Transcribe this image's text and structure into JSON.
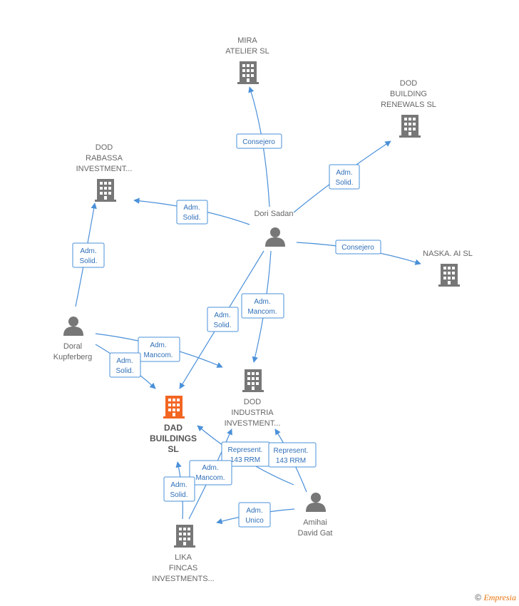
{
  "nodes": {
    "mira": {
      "type": "company",
      "lines": [
        "MIRA",
        "ATELIER  SL"
      ]
    },
    "dod_renewals": {
      "type": "company",
      "lines": [
        "DOD",
        "BUILDING",
        "RENEWALS  SL"
      ]
    },
    "dod_rabassa": {
      "type": "company",
      "lines": [
        "DOD",
        "RABASSA",
        "INVESTMENT..."
      ]
    },
    "naska": {
      "type": "company",
      "lines": [
        "NASKA. AI  SL"
      ]
    },
    "dod_industria": {
      "type": "company",
      "lines": [
        "DOD",
        "INDUSTRIA",
        "INVESTMENT..."
      ]
    },
    "dad_buildings": {
      "type": "company-main",
      "lines": [
        "DAD",
        "BUILDINGS",
        "SL"
      ]
    },
    "lika": {
      "type": "company",
      "lines": [
        "LIKA",
        "FINCAS",
        "INVESTMENTS..."
      ]
    },
    "dori_sadan": {
      "type": "person",
      "lines": [
        "Dori Sadan"
      ]
    },
    "doral": {
      "type": "person",
      "lines": [
        "Doral",
        "Kupferberg"
      ]
    },
    "amihai": {
      "type": "person",
      "lines": [
        "Amihai",
        "David Gat"
      ]
    }
  },
  "edges": [
    {
      "id": "e1",
      "lines": [
        "Consejero"
      ]
    },
    {
      "id": "e2",
      "lines": [
        "Adm.",
        "Solid."
      ]
    },
    {
      "id": "e3",
      "lines": [
        "Adm.",
        "Solid."
      ]
    },
    {
      "id": "e4",
      "lines": [
        "Consejero"
      ]
    },
    {
      "id": "e5",
      "lines": [
        "Adm.",
        "Solid."
      ]
    },
    {
      "id": "e6",
      "lines": [
        "Adm.",
        "Mancom."
      ]
    },
    {
      "id": "e7",
      "lines": [
        "Adm.",
        "Solid."
      ]
    },
    {
      "id": "e8",
      "lines": [
        "Adm.",
        "Mancom."
      ]
    },
    {
      "id": "e9",
      "lines": [
        "Adm.",
        "Solid."
      ]
    },
    {
      "id": "e10",
      "lines": [
        "Represent.",
        "143 RRM"
      ]
    },
    {
      "id": "e11",
      "lines": [
        "Represent.",
        "143 RRM"
      ]
    },
    {
      "id": "e12",
      "lines": [
        "Adm.",
        "Mancom."
      ]
    },
    {
      "id": "e13",
      "lines": [
        "Adm.",
        "Solid."
      ]
    },
    {
      "id": "e14",
      "lines": [
        "Adm.",
        "Unico"
      ]
    }
  ],
  "colors": {
    "edge": "#4a90d9",
    "node": "#777777",
    "highlight": "#f26522"
  },
  "footer": {
    "copyright": "©",
    "brand": "Empresia"
  }
}
